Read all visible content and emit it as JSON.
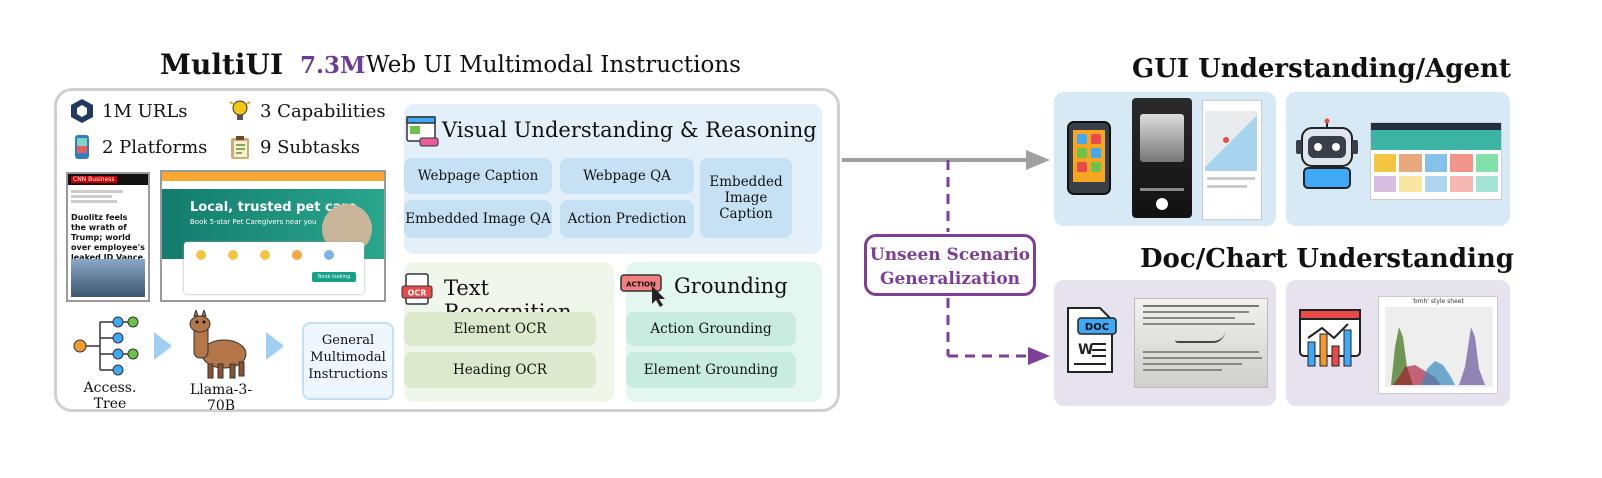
{
  "header": {
    "brand": "MultiUI",
    "count": "7.3M",
    "description": "Web UI Multimodal Instructions"
  },
  "stats": [
    {
      "label": "1M URLs",
      "icon": "hexagon-link-icon"
    },
    {
      "label": "3 Capabilities",
      "icon": "lightbulb-icon"
    },
    {
      "label": "2 Platforms",
      "icon": "smartphone-icon"
    },
    {
      "label": "9 Subtasks",
      "icon": "clipboard-icon"
    }
  ],
  "screenshots": {
    "news": {
      "brand": "CNN Business",
      "headline": "Duolitz feels the wrath of Trump; world over employee's leaked JD Vance messages"
    },
    "pet": {
      "headline": "Local, trusted pet care",
      "subline": "Book 5-star Pet Caregivers near you",
      "button": "Book looking"
    }
  },
  "pipeline": {
    "tree_label": "Access. Tree",
    "model_label": "Llama-3-70B",
    "output_label": "General Multimodal Instructions"
  },
  "panels": {
    "visual": {
      "title": "Visual Understanding & Reasoning",
      "tasks": [
        "Webpage Caption",
        "Webpage QA",
        "Embedded Image QA",
        "Action Prediction",
        "Embedded Image Caption"
      ]
    },
    "text": {
      "title": "Text Recognition",
      "icon_text": "OCR",
      "tasks": [
        "Element OCR",
        "Heading OCR"
      ]
    },
    "grounding": {
      "title": "Grounding",
      "icon_text": "ACTION",
      "tasks": [
        "Action Grounding",
        "Element Grounding"
      ]
    }
  },
  "right": {
    "gui_title": "GUI Understanding/Agent",
    "doc_title": "Doc/Chart Understanding",
    "unseen": "Unseen Scenario Generalization",
    "doc_icon_text": "DOC",
    "chart_caption": "'bmh' style sheet"
  },
  "colors": {
    "accent_purple": "#7d3f98",
    "gray_arrow": "#a0a0a0",
    "pipeline_arrow": "#9fd0f2"
  }
}
